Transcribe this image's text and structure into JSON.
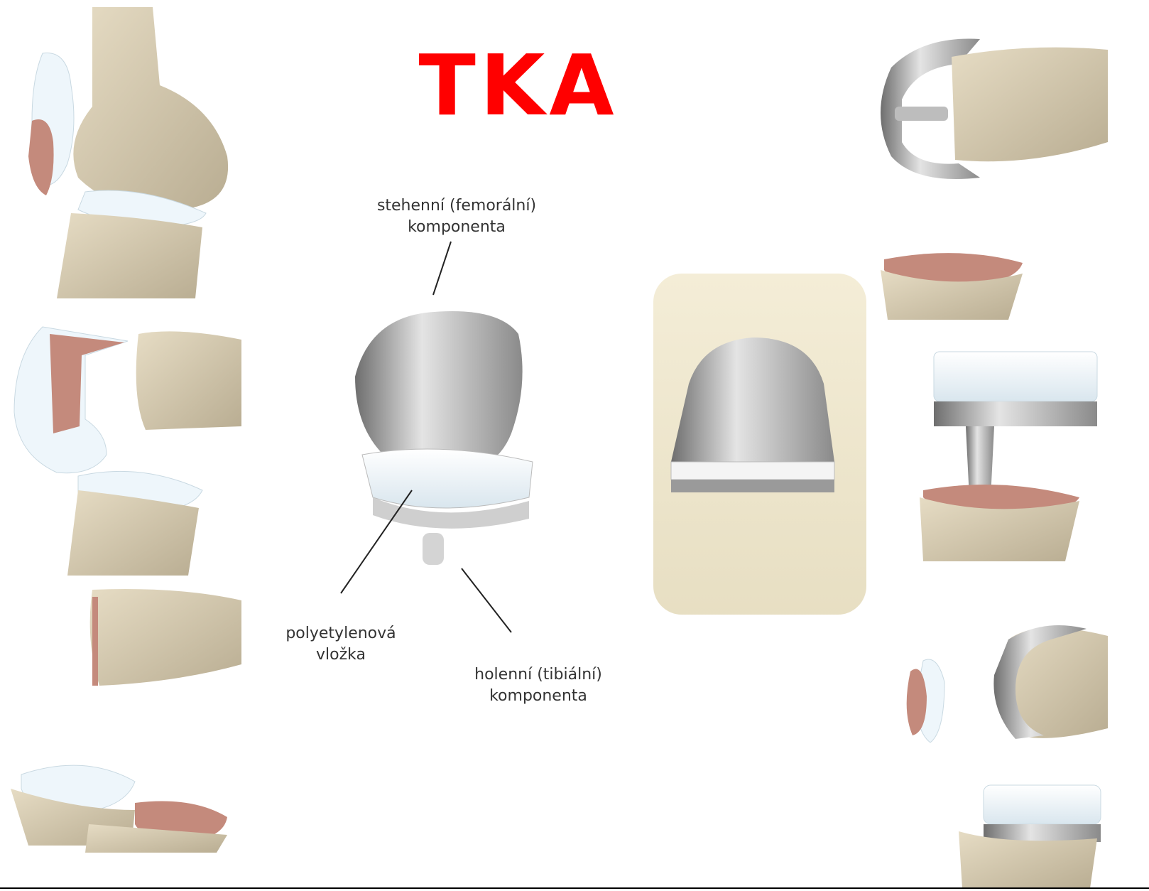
{
  "title": "TKA",
  "labels": {
    "femoral": [
      "stehenní (femorální)",
      "komponenta"
    ],
    "insert": [
      "polyetylenová",
      "vložka"
    ],
    "tibial": [
      "holenní (tibiální)",
      "komponenta"
    ]
  },
  "colors": {
    "title": "#ff0000",
    "bone": "#d7cdb4",
    "cut_bone": "#c48a7c",
    "metal": "#b8b8b8",
    "polyethylene": "#eef6fb"
  }
}
